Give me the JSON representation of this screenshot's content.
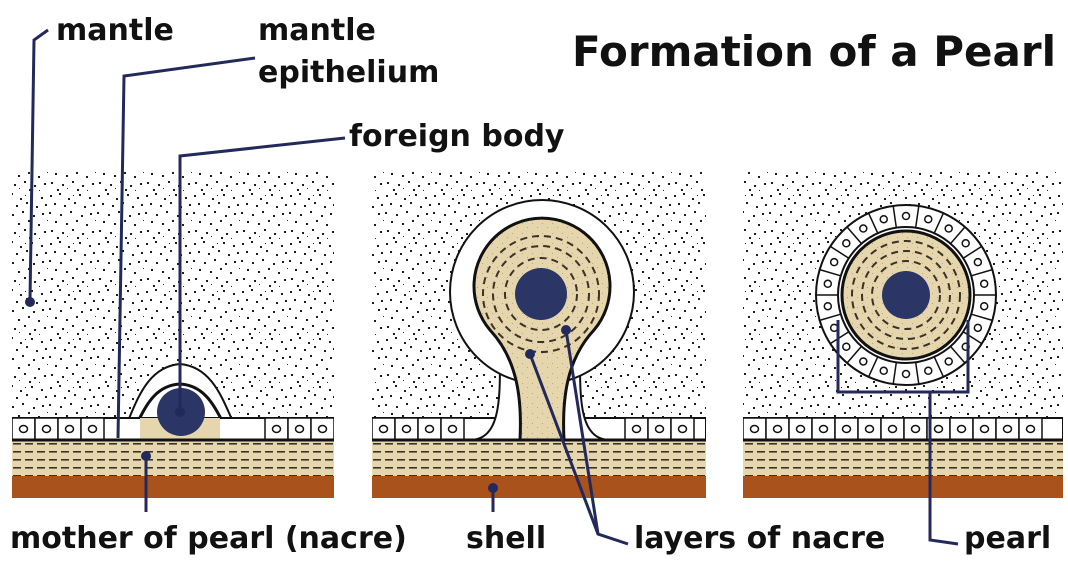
{
  "title": "Formation of a Pearl",
  "labels": {
    "mantle": "mantle",
    "mantle_epithelium_1": "mantle",
    "mantle_epithelium_2": "epithelium",
    "foreign_body": "foreign body",
    "mother_of_pearl": "mother of pearl (nacre)",
    "shell": "shell",
    "layers_of_nacre": "layers of nacre",
    "pearl": "pearl"
  },
  "colors": {
    "nacre": "#e6d6ad",
    "nacre_dash": "#3a3226",
    "shell": "#a9521c",
    "foreign_body": "#2b3566",
    "pointer": "#23295a",
    "speckle": "#1c1c1c",
    "outline": "#111111"
  }
}
